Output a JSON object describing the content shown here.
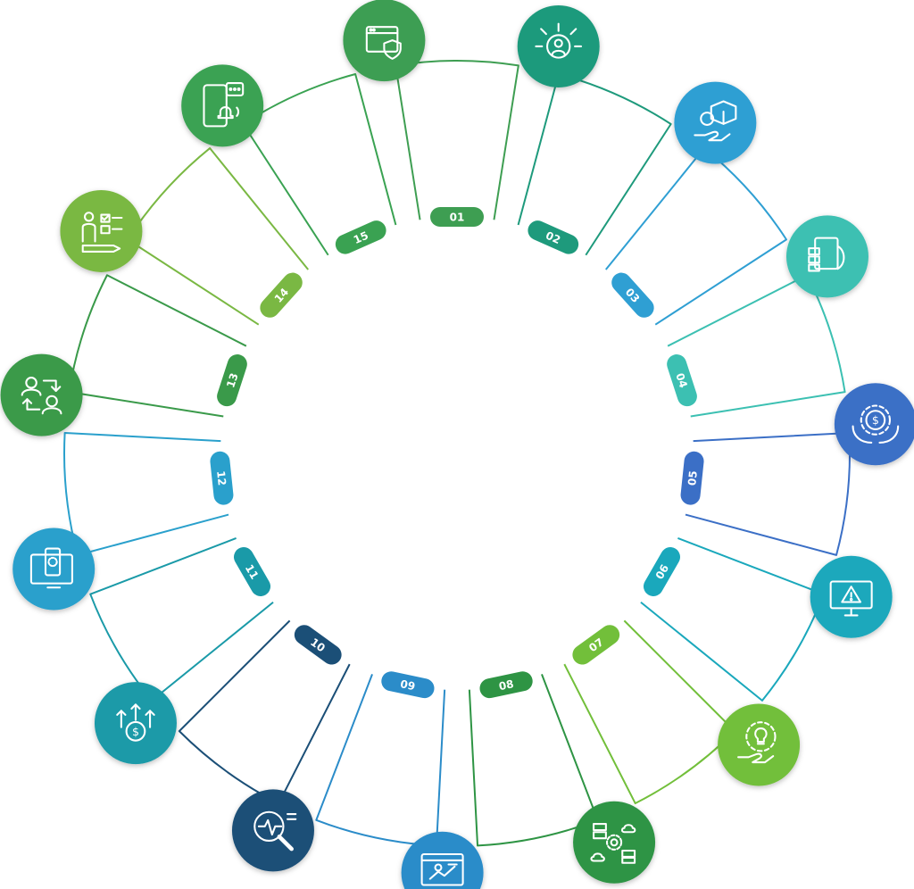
{
  "diagram": {
    "steps": [
      {
        "number": "01",
        "icon": "browser-shield-icon",
        "color": "#3e9e52"
      },
      {
        "number": "02",
        "icon": "person-gear-arrows-icon",
        "color": "#1e9a7c"
      },
      {
        "number": "03",
        "icon": "hand-package-icon",
        "color": "#2f9fd3"
      },
      {
        "number": "04",
        "icon": "stacked-documents-icon",
        "color": "#3cc0b2"
      },
      {
        "number": "05",
        "icon": "hands-dollar-gear-icon",
        "color": "#3b6fc6"
      },
      {
        "number": "06",
        "icon": "monitor-warning-icon",
        "color": "#1aa8bc"
      },
      {
        "number": "07",
        "icon": "hand-lightbulb-gear-icon",
        "color": "#72bf3a"
      },
      {
        "number": "08",
        "icon": "servers-gear-clouds-icon",
        "color": "#2e9444"
      },
      {
        "number": "09",
        "icon": "monitor-analytics-icon",
        "color": "#2b8cc9"
      },
      {
        "number": "10",
        "icon": "magnifier-pulse-icon",
        "color": "#1b4f77"
      },
      {
        "number": "11",
        "icon": "dollar-growth-arrows-icon",
        "color": "#1a9aa8"
      },
      {
        "number": "12",
        "icon": "devices-gear-icon",
        "color": "#2aa0cc"
      },
      {
        "number": "13",
        "icon": "people-exchange-icon",
        "color": "#3a9a4a"
      },
      {
        "number": "14",
        "icon": "person-checklist-icon",
        "color": "#7ab843"
      },
      {
        "number": "15",
        "icon": "phone-notification-icon",
        "color": "#3aa252"
      }
    ]
  }
}
